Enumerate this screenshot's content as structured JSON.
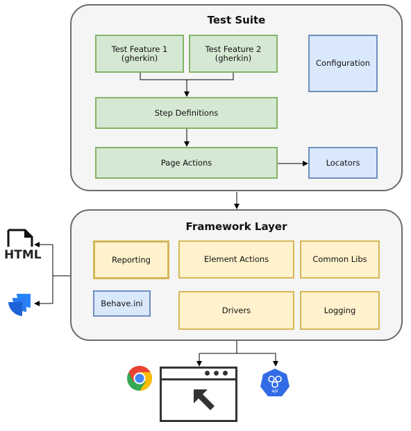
{
  "test_suite": {
    "title": "Test Suite",
    "feature1_line1": "Test Feature 1",
    "feature1_line2": "(gherkin)",
    "feature2_line1": "Test Feature 2",
    "feature2_line2": "(gherkin)",
    "configuration": "Configuration",
    "step_definitions": "Step Definitions",
    "page_actions": "Page Actions",
    "locators": "Locators"
  },
  "framework_layer": {
    "title": "Framework Layer",
    "reporting": "Reporting",
    "element_actions": "Element Actions",
    "common_libs": "Common Libs",
    "behave_ini": "Behave.ini",
    "drivers": "Drivers",
    "logging": "Logging"
  },
  "outputs": {
    "html_label": "HTML",
    "api_label": "api"
  },
  "colors": {
    "green_fill": "#d5e8d4",
    "green_stroke": "#82b366",
    "blue_fill": "#dae8fc",
    "blue_stroke": "#6c8ebf",
    "yellow_fill": "#fff2cc",
    "yellow_stroke": "#d6b656",
    "container_fill": "#f5f5f5",
    "container_stroke": "#6b6b6b"
  },
  "icons": [
    "html-file-icon",
    "jira-icon",
    "chrome-icon",
    "browser-window-icon",
    "cursor-arrow-icon",
    "kubernetes-api-icon"
  ]
}
